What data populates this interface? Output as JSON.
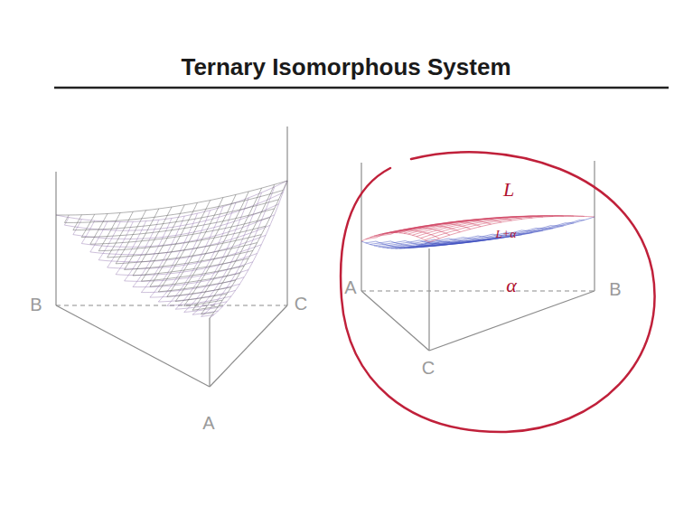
{
  "diagram": {
    "title": "Ternary Isomorphous System",
    "labels": [
      "B",
      "C",
      "A",
      "A",
      "B",
      "C",
      "L",
      "L+α",
      "α"
    ]
  }
}
